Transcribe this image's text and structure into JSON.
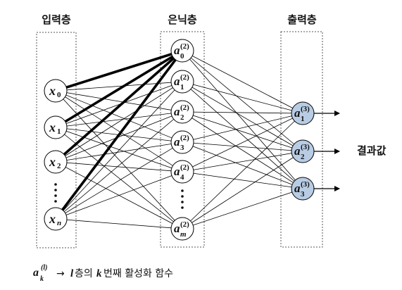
{
  "layers": {
    "input": {
      "title": "입력층"
    },
    "hidden": {
      "title": "은닉층"
    },
    "output": {
      "title": "출력층"
    }
  },
  "result_label": "결과값",
  "nodes": {
    "input": [
      {
        "var": "x",
        "idx": "0"
      },
      {
        "var": "x",
        "idx": "1"
      },
      {
        "var": "x",
        "idx": "2"
      },
      {
        "var": "x",
        "idx": "n"
      }
    ],
    "hidden": [
      {
        "var": "a",
        "sub": "0",
        "sup": "(2)"
      },
      {
        "var": "a",
        "sub": "1",
        "sup": "(2)"
      },
      {
        "var": "a",
        "sub": "2",
        "sup": "(2)"
      },
      {
        "var": "a",
        "sub": "3",
        "sup": "(2)"
      },
      {
        "var": "a",
        "sub": "4",
        "sup": "(2)"
      },
      {
        "var": "a",
        "sub": "m",
        "sup": "(2)"
      }
    ],
    "output": [
      {
        "var": "a",
        "sub": "1",
        "sup": "(3)"
      },
      {
        "var": "a",
        "sub": "2",
        "sup": "(3)"
      },
      {
        "var": "a",
        "sub": "3",
        "sup": "(3)"
      }
    ]
  },
  "legend": {
    "var": "a",
    "sub": "k",
    "sup": "(l)",
    "arrow": "→",
    "l": "l",
    "text1": "층의",
    "k": "k",
    "text2": "번째 활성화 함수"
  },
  "colors": {
    "output_fill": "#b8cce4",
    "line": "#000000",
    "dots_box": "#555555"
  }
}
